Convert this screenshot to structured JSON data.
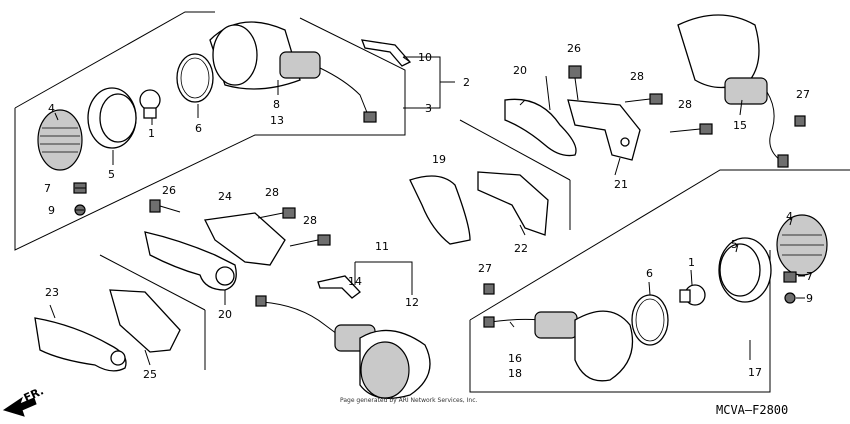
{
  "labels": {
    "p1a": "1",
    "p1b": "1",
    "p2": "2",
    "p3": "3",
    "p4a": "4",
    "p4b": "4",
    "p5a": "5",
    "p5b": "5",
    "p6a": "6",
    "p6b": "6",
    "p7a": "7",
    "p7b": "7",
    "p8": "8",
    "p9a": "9",
    "p9b": "9",
    "p10": "10",
    "p11": "11",
    "p12": "12",
    "p13": "13",
    "p14": "14",
    "p15": "15",
    "p16": "16",
    "p17": "17",
    "p18": "18",
    "p19": "19",
    "p20a": "20",
    "p20b": "20",
    "p21": "21",
    "p22": "22",
    "p23": "23",
    "p24": "24",
    "p25": "25",
    "p26a": "26",
    "p26b": "26",
    "p27a": "27",
    "p27b": "27",
    "p28a": "28",
    "p28b": "28",
    "p28c": "28",
    "p28d": "28"
  },
  "diagram_code": "MCVA–F2800",
  "direction_label": "FR.",
  "copyright": "Page generated by ARI Network Services, Inc."
}
